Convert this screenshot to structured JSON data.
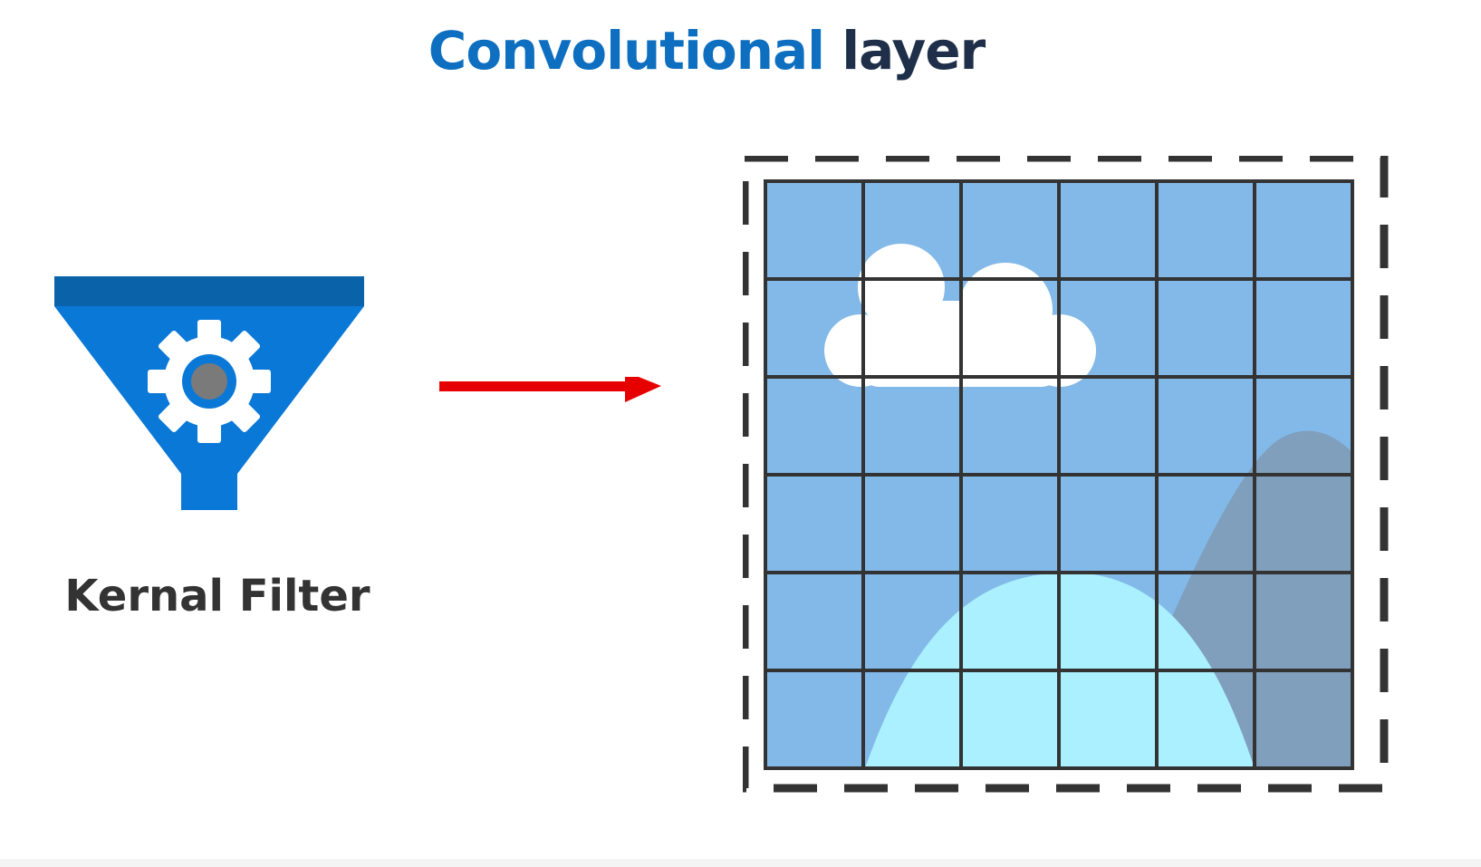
{
  "title": {
    "part1": "Convolutional",
    "part2": "layer"
  },
  "kernel": {
    "label": "Kernal Filter",
    "icon": "funnel-gear-icon"
  },
  "arrow": {
    "icon": "arrow-right-icon"
  },
  "image": {
    "icon": "image-grid-icon",
    "rows": 6,
    "cols": 6
  },
  "colors": {
    "title_accent": "#0e6fc0",
    "title_dark": "#1f2f4a",
    "funnel_blue": "#0a78d7",
    "funnel_top": "#0a62a9",
    "arrow_red": "#e60000",
    "sky": "#82b9e8",
    "mountain_gray": "#7f9fbc",
    "hill_cyan": "#aaf0ff",
    "grid_line": "#333333"
  }
}
